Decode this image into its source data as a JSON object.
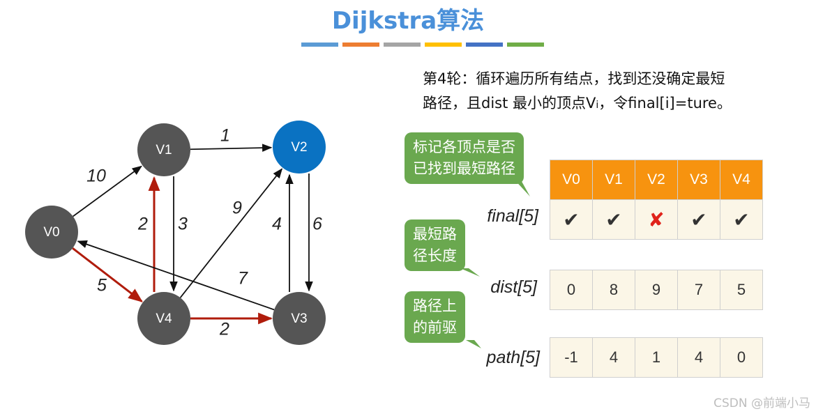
{
  "title": "Dijkstra算法",
  "color_bar": [
    "#5b9bd5",
    "#ed7d31",
    "#a5a5a5",
    "#ffc000",
    "#4472c4",
    "#70ad47"
  ],
  "description": {
    "line1": "第4轮：循环遍历所有结点，找到还没确定最短",
    "line2_pre": "路径，且dist 最小的顶点V",
    "line2_sub": "i",
    "line2_post": "，令final[i]=ture。"
  },
  "graph": {
    "nodes": [
      {
        "id": "V0",
        "label": "V0",
        "color": "#555555"
      },
      {
        "id": "V1",
        "label": "V1",
        "color": "#555555"
      },
      {
        "id": "V2",
        "label": "V2",
        "color": "#0a72c2"
      },
      {
        "id": "V3",
        "label": "V3",
        "color": "#555555"
      },
      {
        "id": "V4",
        "label": "V4",
        "color": "#555555"
      }
    ],
    "edges": [
      {
        "from": "V0",
        "to": "V1",
        "weight": "10",
        "highlight": false
      },
      {
        "from": "V1",
        "to": "V2",
        "weight": "1",
        "highlight": false
      },
      {
        "from": "V1",
        "to": "V4",
        "weight": "2",
        "highlight": false
      },
      {
        "from": "V4",
        "to": "V1",
        "weight": "3",
        "highlight": true
      },
      {
        "from": "V4",
        "to": "V2",
        "weight": "9",
        "highlight": false
      },
      {
        "from": "V2",
        "to": "V3",
        "weight": "4",
        "highlight": false
      },
      {
        "from": "V3",
        "to": "V2",
        "weight": "6",
        "highlight": false
      },
      {
        "from": "V3",
        "to": "V0",
        "weight": "7",
        "highlight": false
      },
      {
        "from": "V0",
        "to": "V4",
        "weight": "5",
        "highlight": true
      },
      {
        "from": "V4",
        "to": "V3",
        "weight": "2",
        "highlight": true
      }
    ]
  },
  "bubbles": {
    "final_note": [
      "标记各顶点是否",
      "已找到最短路径"
    ],
    "dist_note": [
      "最短路",
      "径长度"
    ],
    "path_note": [
      "路径上",
      "的前驱"
    ]
  },
  "table": {
    "headers": [
      "V0",
      "V1",
      "V2",
      "V3",
      "V4"
    ],
    "final_label": "final[5]",
    "final": [
      "✔",
      "✔",
      "✘",
      "✔",
      "✔"
    ],
    "dist_label": "dist[5]",
    "dist": [
      "0",
      "8",
      "9",
      "7",
      "5"
    ],
    "path_label": "path[5]",
    "path": [
      "-1",
      "4",
      "1",
      "4",
      "0"
    ]
  },
  "watermark": "CSDN @前端小马"
}
